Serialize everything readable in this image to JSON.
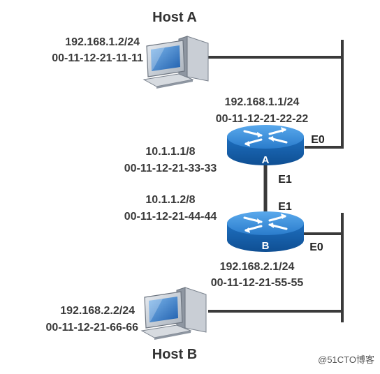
{
  "host_a": {
    "title": "Host A",
    "ip": "192.168.1.2/24",
    "mac": "00-11-12-21-11-11"
  },
  "router_a": {
    "letter": "A",
    "e0_ip": "192.168.1.1/24",
    "e0_mac": "00-11-12-21-22-22",
    "e0_label": "E0",
    "e1_ip": "10.1.1.1/8",
    "e1_mac": "00-11-12-21-33-33",
    "e1_label": "E1"
  },
  "router_b": {
    "letter": "B",
    "e1_ip": "10.1.1.2/8",
    "e1_mac": "00-11-12-21-44-44",
    "e1_label": "E1",
    "e0_ip": "192.168.2.1/24",
    "e0_mac": "00-11-12-21-55-55",
    "e0_label": "E0"
  },
  "host_b": {
    "title": "Host B",
    "ip": "192.168.2.2/24",
    "mac": "00-11-12-21-66-66"
  },
  "watermark": "@51CTO博客",
  "colors": {
    "router_top": "#2f86d6",
    "router_side": "#155ea8",
    "link": "#3a3a3a"
  }
}
